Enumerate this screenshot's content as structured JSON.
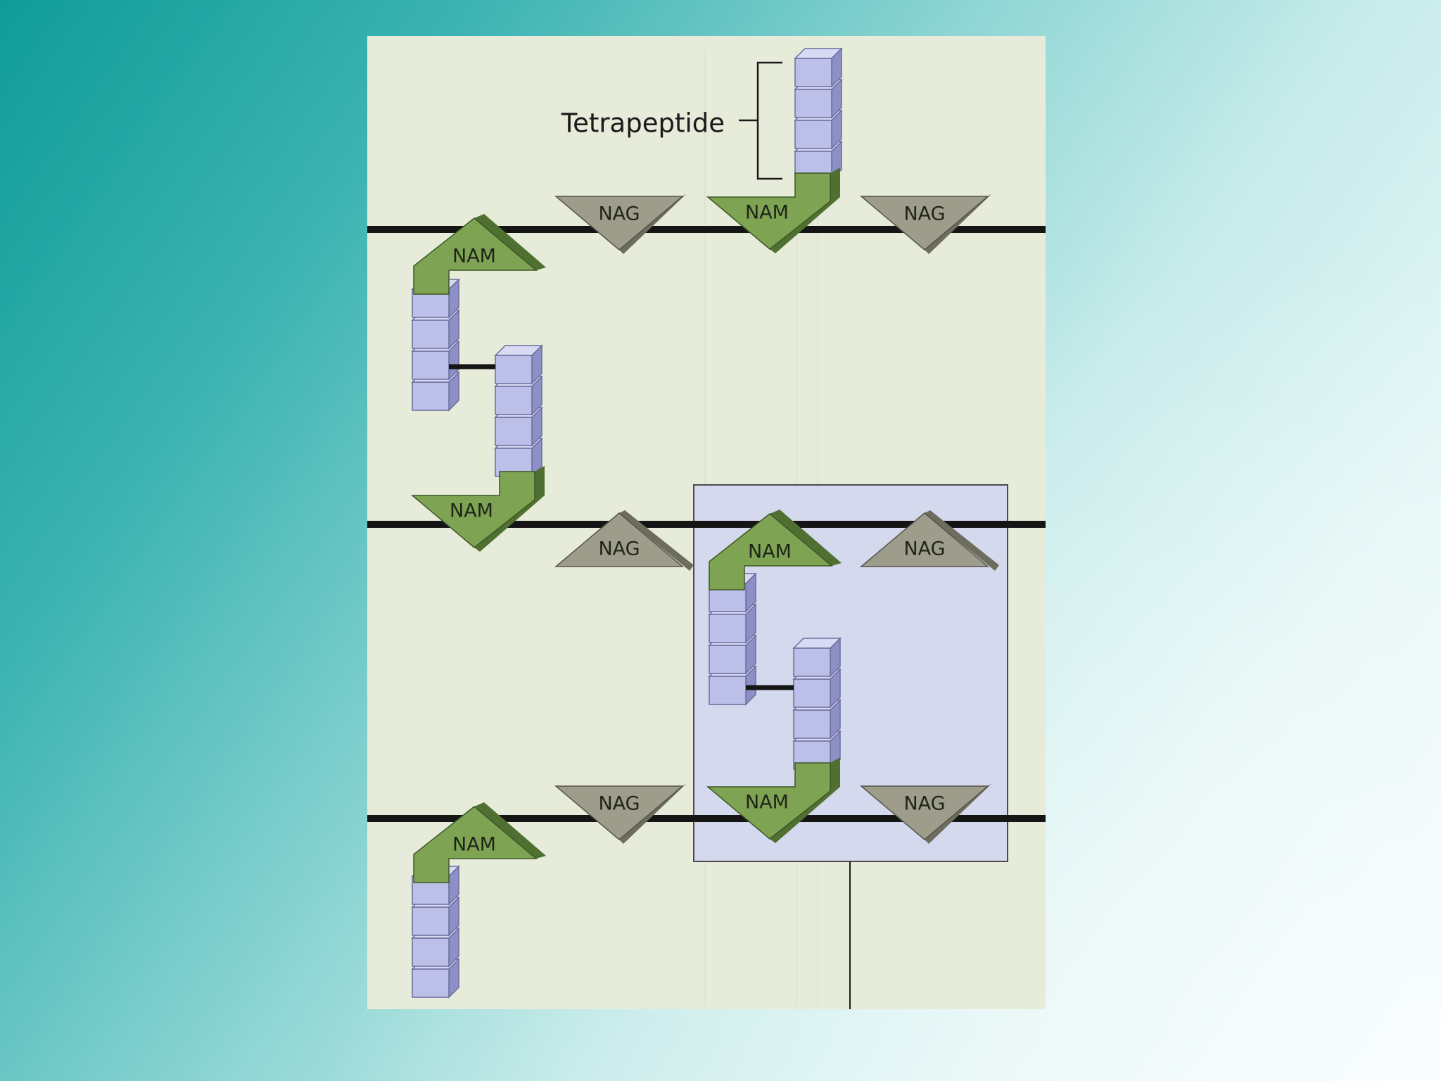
{
  "figure": {
    "tetrapeptide_label": "Tetrapeptide",
    "sugars": {
      "nam": "NAM",
      "nag": "NAG"
    },
    "colors": {
      "background": "#e6ecd9",
      "nam_fill": "#7ea353",
      "nam_shadow": "#4f7031",
      "nag_fill": "#9e9c8b",
      "nag_shadow": "#6e6c5d",
      "peptide_front": "#bcbfe8",
      "peptide_top": "#d9dbf4",
      "peptide_side": "#8d90c6",
      "highlight_box": "#d4d9ed",
      "strand": "#151515"
    }
  }
}
